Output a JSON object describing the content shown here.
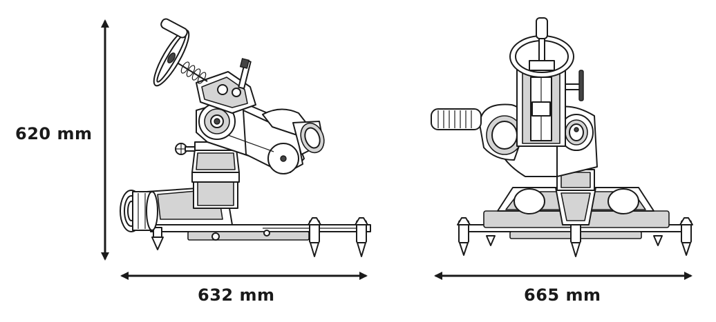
{
  "dimensions": {
    "height_label": "620 mm",
    "side_width_label": "632 mm",
    "front_width_label": "665 mm"
  }
}
